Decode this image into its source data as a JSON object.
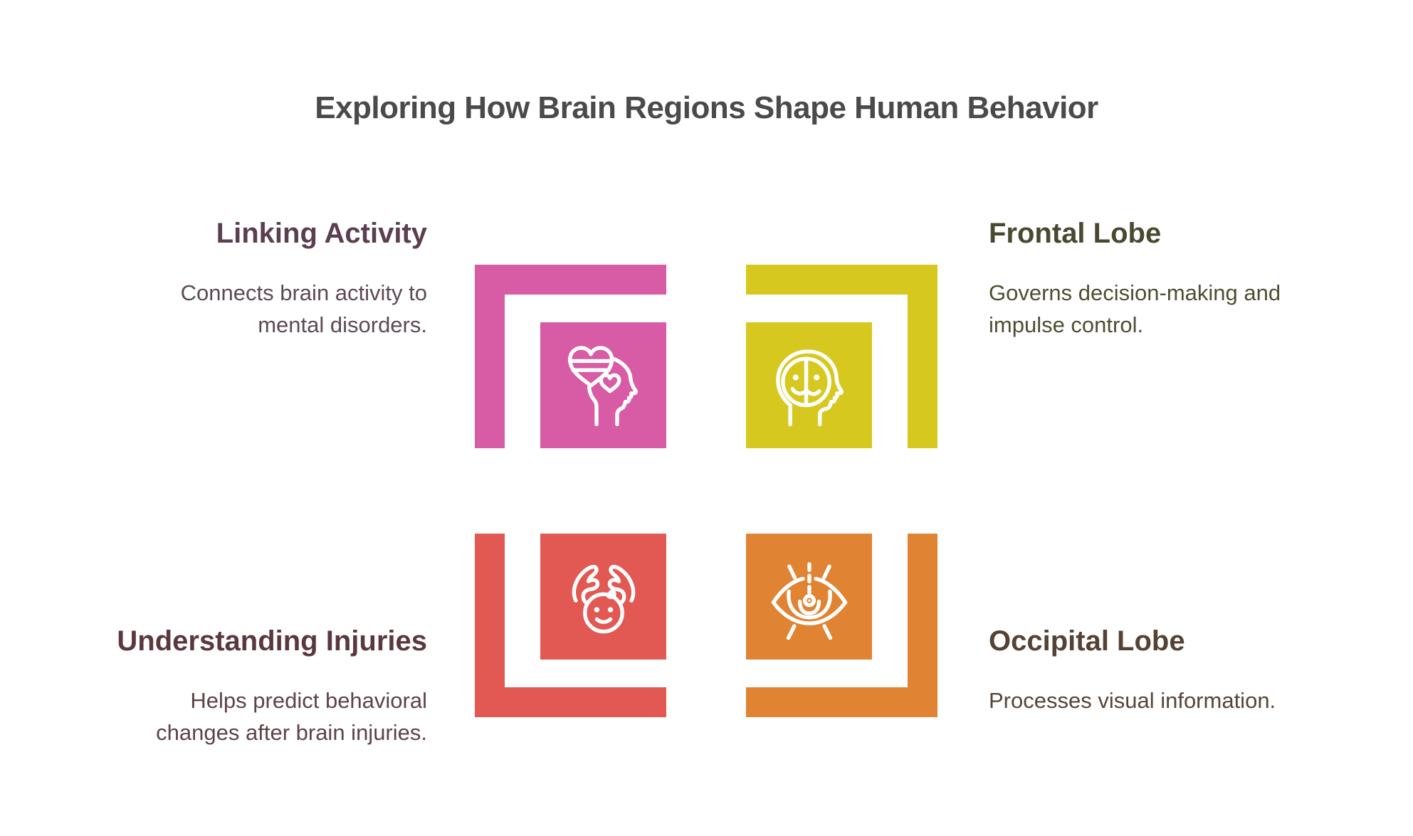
{
  "title": "Exploring How Brain Regions Shape Human Behavior",
  "title_color": "#4a4a4a",
  "cards": [
    {
      "name": "linking-activity",
      "heading": "Linking Activity",
      "body_lines": [
        "Connects brain activity to",
        "mental disorders."
      ],
      "icon": "head-with-hearts-icon",
      "accent_color": "#d85ba6",
      "heading_color": "#5a3f50",
      "body_color": "#5d4a55",
      "position": "top-left"
    },
    {
      "name": "frontal-lobe",
      "heading": "Frontal Lobe",
      "body_lines": [
        "Governs decision-making and",
        "impulse control."
      ],
      "icon": "head-split-face-icon",
      "accent_color": "#d7c81f",
      "heading_color": "#4a4930",
      "body_color": "#4f4e33",
      "position": "top-right"
    },
    {
      "name": "understanding-injuries",
      "heading": "Understanding Injuries",
      "body_lines": [
        "Helps predict behavioral",
        "changes after brain injuries."
      ],
      "icon": "hands-over-baby-icon",
      "accent_color": "#e25852",
      "heading_color": "#5a383e",
      "body_color": "#5d4348",
      "position": "bottom-left"
    },
    {
      "name": "occipital-lobe",
      "heading": "Occipital Lobe",
      "body_lines": [
        "Processes visual information."
      ],
      "icon": "eye-focus-icon",
      "accent_color": "#e08433",
      "heading_color": "#544335",
      "body_color": "#564537",
      "position": "bottom-right"
    }
  ]
}
